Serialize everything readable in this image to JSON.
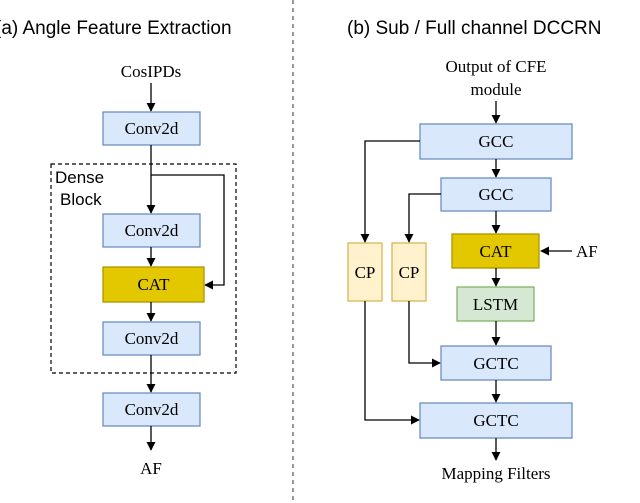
{
  "panel_a": {
    "title": "(a) Angle Feature  Extraction",
    "input": "CosIPDs",
    "conv1": "Conv2d",
    "dense_label_1": "Dense",
    "dense_label_2": "Block",
    "conv2": "Conv2d",
    "cat": "CAT",
    "conv3": "Conv2d",
    "conv4": "Conv2d",
    "output": "AF"
  },
  "panel_b": {
    "title": "(b) Sub / Full channel DCCRN",
    "input_line1": "Output of CFE",
    "input_line2": "module",
    "gcc1": "GCC",
    "gcc2": "GCC",
    "cat": "CAT",
    "af_input": "AF",
    "cp1": "CP",
    "cp2": "CP",
    "lstm": "LSTM",
    "gctc1": "GCTC",
    "gctc2": "GCTC",
    "output": "Mapping Filters"
  },
  "colors": {
    "conv_fill": "#dae8fc",
    "conv_stroke": "#6c8ebf",
    "cat_fill": "#e3c800",
    "cat_stroke": "#b09500",
    "cp_fill": "#fff2cc",
    "cp_stroke": "#d6b656",
    "lstm_fill": "#d5e8d4",
    "lstm_stroke": "#82b366"
  }
}
